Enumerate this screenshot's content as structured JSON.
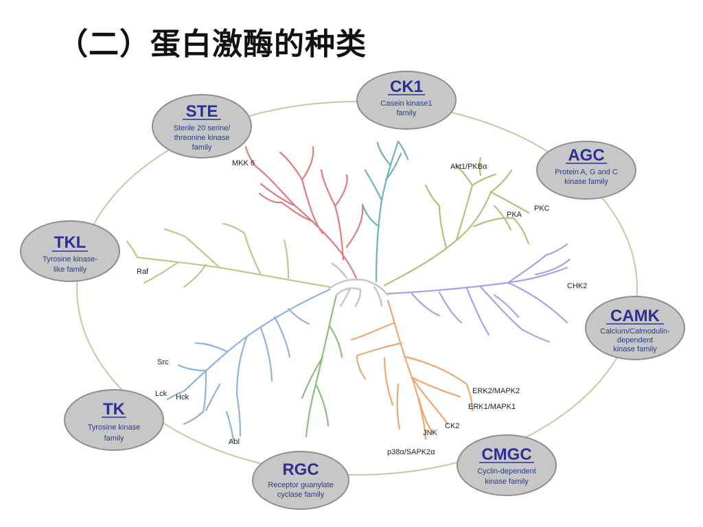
{
  "title": "（二）蛋白激酶的种类",
  "colors": {
    "ring": "#c9c5a6",
    "bubble_fill": "#c7c7c7",
    "bubble_stroke": "#8e8e8e",
    "abbr": "#2c2f9a",
    "desc": "#2a3a8a",
    "core": "#c8c8c8"
  },
  "families": [
    {
      "id": "ck1",
      "abbr": "CK1",
      "desc": [
        "Casein kinase1",
        "family"
      ],
      "color": "#6fb2b4"
    },
    {
      "id": "agc",
      "abbr": "AGC",
      "desc": [
        "Protein A, G and C",
        "kinase family"
      ],
      "color": "#a9c57a"
    },
    {
      "id": "camk",
      "abbr": "CAMK",
      "desc": [
        "Calcium/Calmodulin-",
        "dependent",
        "kinase family"
      ],
      "color": "#b39be6"
    },
    {
      "id": "cmgc",
      "abbr": "CMGC",
      "desc": [
        "Cyclin-dependent",
        "kinase family"
      ],
      "color": "#f2a66e"
    },
    {
      "id": "rgc",
      "abbr": "RGC",
      "desc": [
        "Receptor guanylate",
        "cyclase family"
      ],
      "color": "#86c079"
    },
    {
      "id": "tk",
      "abbr": "TK",
      "desc": [
        "Tyrosine kinase",
        "family"
      ],
      "color": "#8db2de"
    },
    {
      "id": "tkl",
      "abbr": "TKL",
      "desc": [
        "Tyrosine kinase-",
        "like family"
      ],
      "color": "#c5c48a"
    },
    {
      "id": "ste",
      "abbr": "STE",
      "desc": [
        "Sterile 20 serine/",
        "threonine kinase",
        "family"
      ],
      "color": "#e27a7a"
    }
  ],
  "kinase_labels": {
    "mkk6": "MKK 6",
    "akt1": "Akt1/PKBα",
    "pka": "PKA",
    "pkc": "PKC",
    "chk2": "CHK2",
    "raf": "Raf",
    "src": "Src",
    "lck": "Lck",
    "hck": "Hck",
    "abl": "Abl",
    "erk2": "ERK2/MAPK2",
    "erk1": "ERK1/MAPK1",
    "ck2": "CK2",
    "jnk": "JNK",
    "p38": "p38α/SAPK2α"
  }
}
